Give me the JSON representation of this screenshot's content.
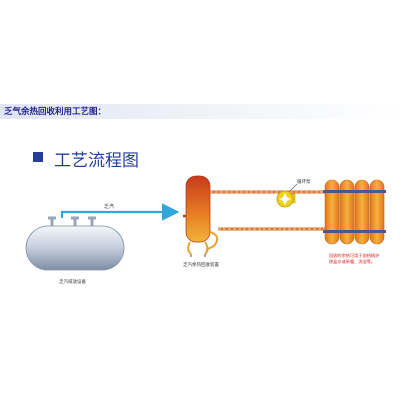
{
  "header": {
    "title": "乏气余热回收利用工艺图："
  },
  "section": {
    "title": "工艺流程图"
  },
  "diagram": {
    "labels": {
      "steam_pipe": "乏汽",
      "pump": "循环泵",
      "source_equipment": "乏汽排放设备",
      "recovery_unit": "乏汽余热回收装置",
      "note_line1": "回收的余热可用于加热锅炉",
      "note_line2": "除盐水或采暖、洗浴等。"
    },
    "colors": {
      "arrow": "#2fa6dc",
      "hot_pipe": "#d9722e",
      "pump": "#f0d21a",
      "radiator": "#f09a2c",
      "note": "#d01a1a"
    }
  }
}
